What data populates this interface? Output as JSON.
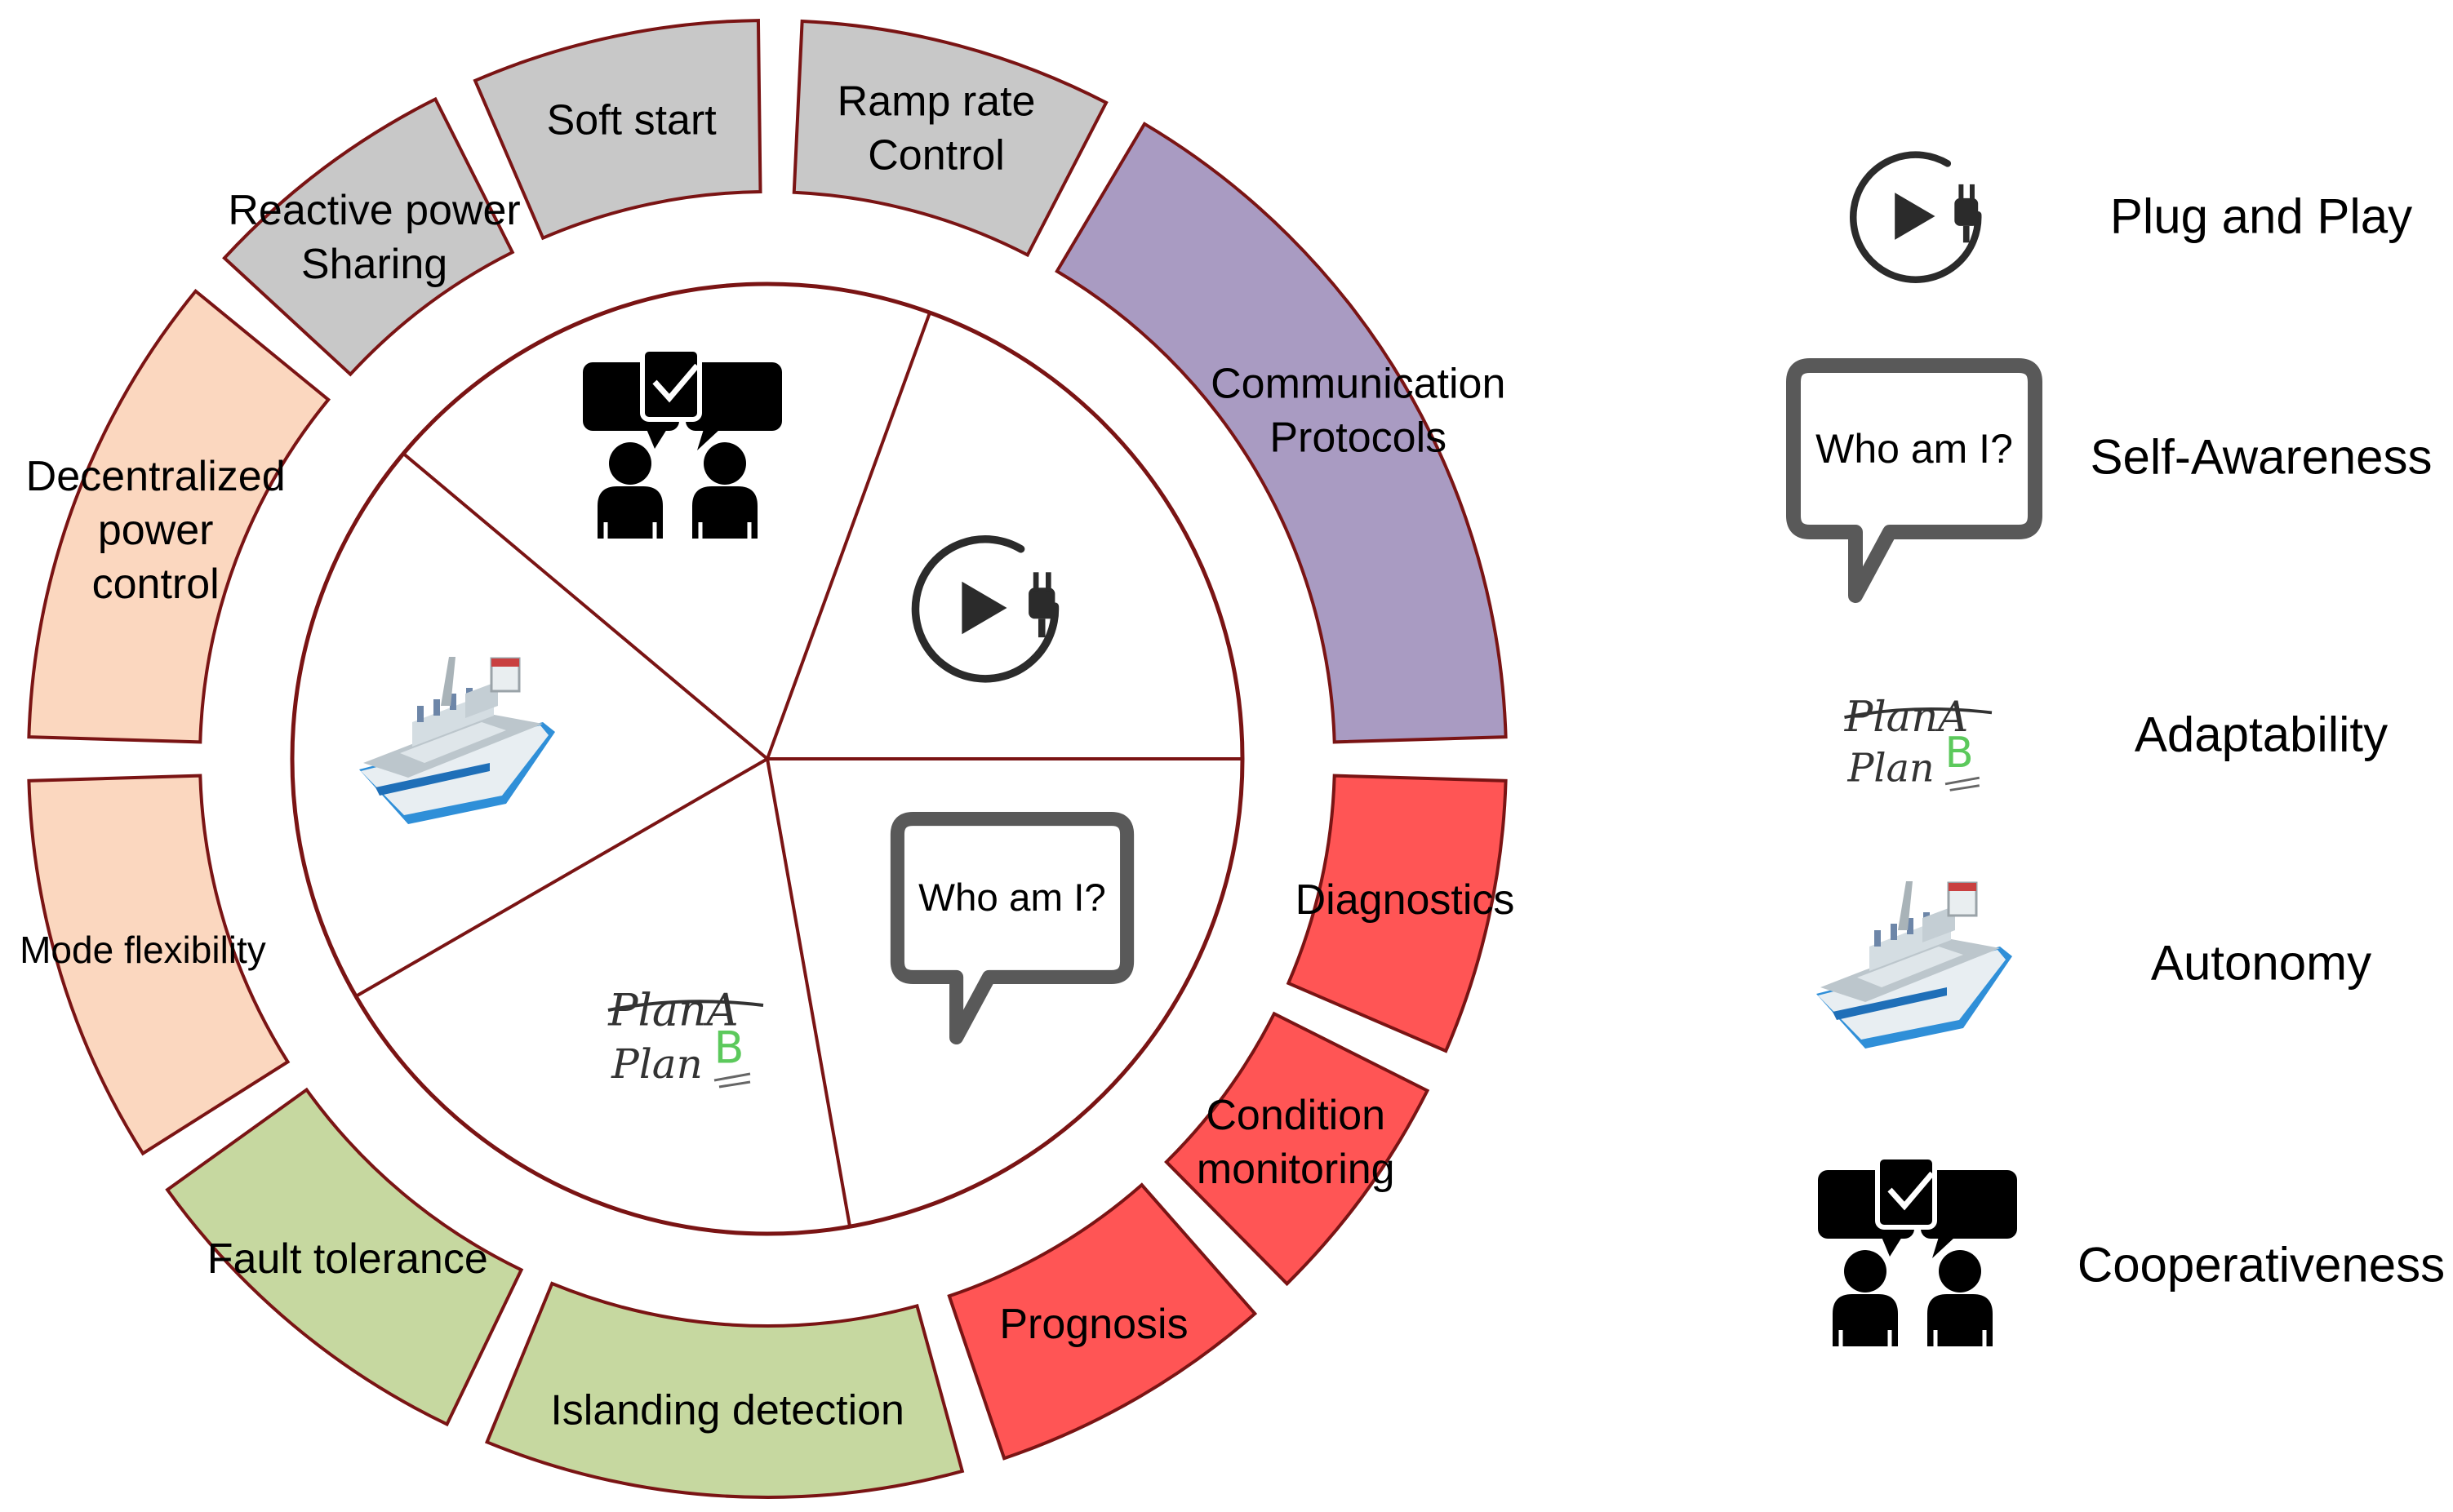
{
  "colors": {
    "outline": "#7a1414",
    "grey": "#c8c8c8",
    "purple": "#a99bc2",
    "red": "#ff5555",
    "green": "#c6d8a0",
    "peach": "#fbd7bf",
    "icon_dark": "#000000",
    "bubble_grey": "#595959",
    "plan_b_green": "#5cc95c",
    "ship_blue": "#2f8fd8",
    "ship_grey": "#bcc6cc"
  },
  "outer_ring": {
    "segments": [
      {
        "id": "ramp-rate",
        "lines": [
          "Ramp rate",
          "Control"
        ],
        "color_key": "grey"
      },
      {
        "id": "communication",
        "lines": [
          "Communication",
          "Protocols"
        ],
        "color_key": "purple"
      },
      {
        "id": "diagnostics",
        "lines": [
          "Diagnostics"
        ],
        "color_key": "red"
      },
      {
        "id": "condition",
        "lines": [
          "Condition",
          "monitoring"
        ],
        "color_key": "red"
      },
      {
        "id": "prognosis",
        "lines": [
          "Prognosis"
        ],
        "color_key": "red"
      },
      {
        "id": "islanding",
        "lines": [
          "Islanding detection"
        ],
        "color_key": "green"
      },
      {
        "id": "fault",
        "lines": [
          "Fault tolerance"
        ],
        "color_key": "green"
      },
      {
        "id": "mode",
        "lines": [
          "Mode flexibility"
        ],
        "color_key": "peach"
      },
      {
        "id": "decentralized",
        "lines": [
          "Decentralized",
          "power",
          "control"
        ],
        "color_key": "peach"
      },
      {
        "id": "reactive",
        "lines": [
          "Reactive power",
          "Sharing"
        ],
        "color_key": "grey"
      },
      {
        "id": "soft-start",
        "lines": [
          "Soft start"
        ],
        "color_key": "grey"
      }
    ]
  },
  "inner_circle": {
    "sectors": [
      {
        "icon": "plug-and-play-icon"
      },
      {
        "icon": "self-awareness-icon",
        "bubble_text": "Who am I?"
      },
      {
        "icon": "adaptability-icon",
        "plan_a": "PlanA",
        "plan_b_word": "Plan",
        "plan_b_letter": "B"
      },
      {
        "icon": "autonomy-icon"
      },
      {
        "icon": "cooperativeness-icon"
      }
    ]
  },
  "legend": {
    "items": [
      {
        "icon": "plug-and-play-icon",
        "label": "Plug and Play"
      },
      {
        "icon": "self-awareness-icon",
        "label": "Self-Awareness",
        "bubble_text": "Who am I?"
      },
      {
        "icon": "adaptability-icon",
        "label": "Adaptability",
        "plan_a": "PlanA",
        "plan_b_word": "Plan",
        "plan_b_letter": "B"
      },
      {
        "icon": "autonomy-icon",
        "label": "Autonomy"
      },
      {
        "icon": "cooperativeness-icon",
        "label": "Cooperativeness"
      }
    ]
  }
}
